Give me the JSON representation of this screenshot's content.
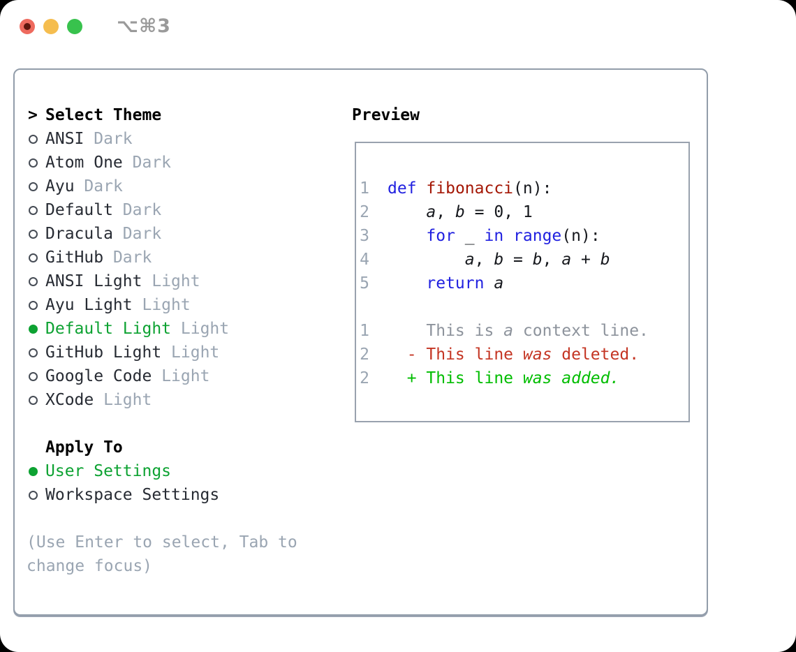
{
  "window": {
    "shortcut_label": "⌥⌘3",
    "traffic_lights": [
      "close-button",
      "minimize-button",
      "zoom-button"
    ]
  },
  "colors": {
    "accent-green": "#0da232",
    "added-green": "#00bd00",
    "deleted-red": "#c43523",
    "keyword-blue": "#2121e0",
    "function-red": "#a41705",
    "muted-gray": "#9aa5b2",
    "border-gray": "#929daa"
  },
  "theme_panel": {
    "prompt": ">",
    "title": "Select Theme",
    "items": [
      {
        "name": "ANSI",
        "variant": "Dark",
        "selected": false
      },
      {
        "name": "Atom One",
        "variant": "Dark",
        "selected": false
      },
      {
        "name": "Ayu",
        "variant": "Dark",
        "selected": false
      },
      {
        "name": "Default",
        "variant": "Dark",
        "selected": false
      },
      {
        "name": "Dracula",
        "variant": "Dark",
        "selected": false
      },
      {
        "name": "GitHub",
        "variant": "Dark",
        "selected": false
      },
      {
        "name": "ANSI Light",
        "variant": "Light",
        "selected": false
      },
      {
        "name": "Ayu Light",
        "variant": "Light",
        "selected": false
      },
      {
        "name": "Default Light",
        "variant": "Light",
        "selected": true
      },
      {
        "name": "GitHub Light",
        "variant": "Light",
        "selected": false
      },
      {
        "name": "Google Code",
        "variant": "Light",
        "selected": false
      },
      {
        "name": "XCode",
        "variant": "Light",
        "selected": false
      }
    ],
    "apply_to": {
      "title": "Apply To",
      "options": [
        {
          "label": "User Settings",
          "selected": true
        },
        {
          "label": "Workspace Settings",
          "selected": false
        }
      ]
    },
    "hint_lines": [
      "(Use Enter to select, Tab to",
      "change focus)"
    ]
  },
  "preview": {
    "title": "Preview",
    "code_lines": [
      {
        "number": "1",
        "color": "",
        "tokens": [
          {
            "t": "def",
            "c": "kw"
          },
          {
            "t": " "
          },
          {
            "t": "fibonacci",
            "c": "fn"
          },
          {
            "t": "(n):"
          }
        ]
      },
      {
        "number": "2",
        "color": "",
        "tokens": [
          {
            "t": "    "
          },
          {
            "t": "a",
            "i": true
          },
          {
            "t": ", "
          },
          {
            "t": "b",
            "i": true
          },
          {
            "t": " = 0, 1"
          }
        ]
      },
      {
        "number": "3",
        "color": "",
        "tokens": [
          {
            "t": "    "
          },
          {
            "t": "for",
            "c": "kw"
          },
          {
            "t": " _ "
          },
          {
            "t": "in",
            "c": "kw"
          },
          {
            "t": " "
          },
          {
            "t": "range",
            "c": "kw"
          },
          {
            "t": "(n):"
          }
        ]
      },
      {
        "number": "4",
        "color": "",
        "tokens": [
          {
            "t": "        "
          },
          {
            "t": "a",
            "i": true
          },
          {
            "t": ", "
          },
          {
            "t": "b",
            "i": true
          },
          {
            "t": " = "
          },
          {
            "t": "b",
            "i": true
          },
          {
            "t": ", "
          },
          {
            "t": "a",
            "i": true
          },
          {
            "t": " + "
          },
          {
            "t": "b",
            "i": true
          }
        ]
      },
      {
        "number": "5",
        "color": "",
        "tokens": [
          {
            "t": "    "
          },
          {
            "t": "return",
            "c": "kw"
          },
          {
            "t": " "
          },
          {
            "t": "a",
            "i": true
          }
        ]
      },
      {
        "number": "",
        "color": "",
        "tokens": []
      },
      {
        "number": "1",
        "color": "ctx",
        "tokens": [
          {
            "t": "    This is "
          },
          {
            "t": "a",
            "i": true
          },
          {
            "t": " context line."
          }
        ]
      },
      {
        "number": "2",
        "color": "del",
        "tokens": [
          {
            "t": "  - This line "
          },
          {
            "t": "was",
            "i": true
          },
          {
            "t": " deleted."
          }
        ]
      },
      {
        "number": "2",
        "color": "add",
        "tokens": [
          {
            "t": "  + This line "
          },
          {
            "t": "was added.",
            "i": true
          }
        ]
      }
    ]
  }
}
